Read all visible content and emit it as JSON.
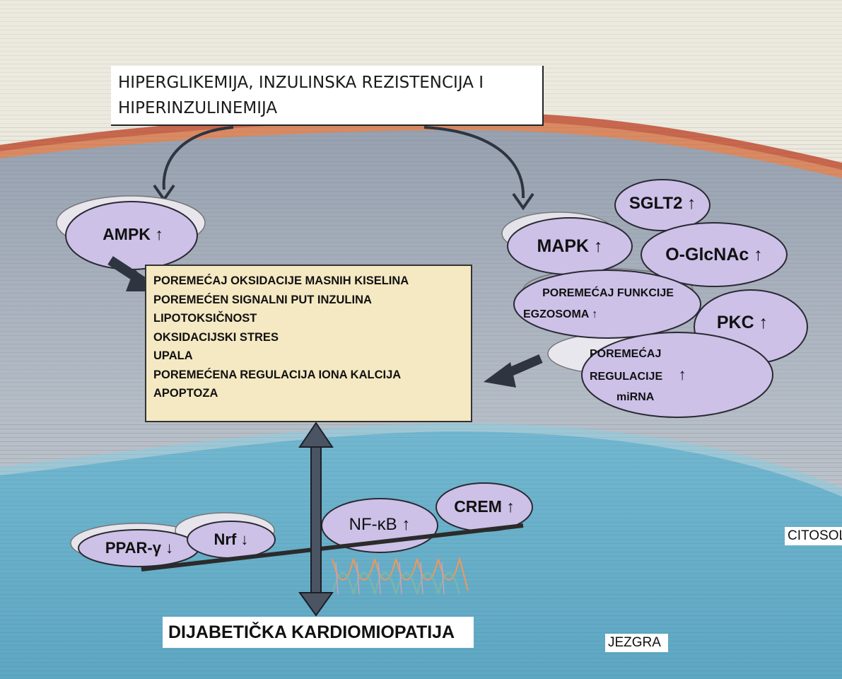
{
  "header": {
    "line1": "HIPERGLIKEMIJA, INZULINSKA REZISTENCIJA I",
    "line2": "HIPERINZULINEMIJA"
  },
  "molecules": {
    "ampk": "AMPK ↑",
    "sglt2": "SGLT2 ↑",
    "mapk": "MAPK ↑",
    "oglcnac": "O-GlcNAc ↑",
    "exosome_line1": "POREMEĆAJ FUNKCIJE",
    "exosome_line2": "EGZOSOMA ↑",
    "pkc": "PKC ↑",
    "mirna_line1": "POREMEĆAJ",
    "mirna_line2": "REGULACIJE",
    "mirna_arrow": "↑",
    "mirna_line3": "miRNA",
    "nfkb": "NF-κB ↑",
    "crem": "CREM ↑",
    "ppar": "PPAR-γ ↓",
    "nrf": "Nrf ↓"
  },
  "effects": [
    "POREMEĆAJ OKSIDACIJE MASNIH KISELINA",
    "POREMEĆEN SIGNALNI PUT INZULINA",
    "LIPOTOKSIČNOST",
    "OKSIDACIJSKI STRES",
    "UPALA",
    "POREMEĆENA REGULACIJA IONA KALCIJA",
    "APOPTOZA"
  ],
  "outcome": "DIJABETIČKA KARDIOMIOPATIJA",
  "compartments": {
    "cytosol": "CITOSOL",
    "nucleus": "JEZGRA"
  },
  "colors": {
    "oval_fill": "#cdc1e8",
    "effects_fill": "#f5e9c3",
    "membrane": "#d2604a",
    "cytosol": "#a6b0bd",
    "nucleus": "#6fb6cf",
    "arrow": "#3d4250"
  }
}
